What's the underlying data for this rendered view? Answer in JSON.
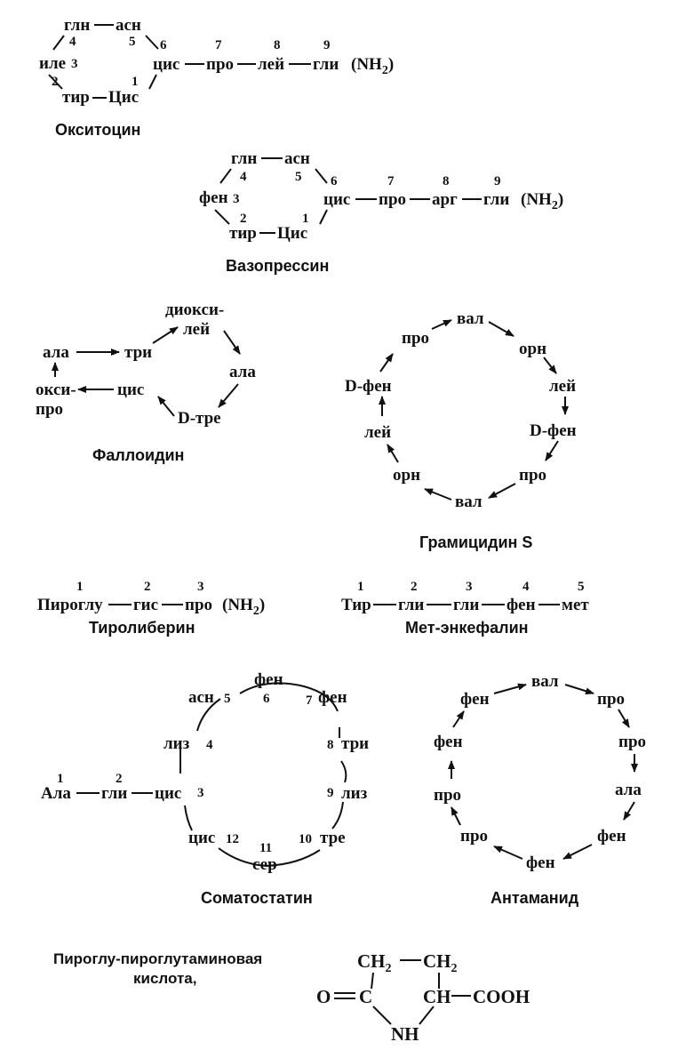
{
  "oxytocin": {
    "name": "Окситоцин",
    "residues": {
      "gln": "глн",
      "asn": "асн",
      "ile": "иле",
      "tyr": "тир",
      "cys1": "Цис",
      "cys6": "цис",
      "pro": "про",
      "leu": "лей",
      "gly": "гли"
    },
    "nh2": "(NH",
    "sub2": "2",
    "close": ")",
    "nums": [
      "1",
      "2",
      "3",
      "4",
      "5",
      "6",
      "7",
      "8",
      "9"
    ]
  },
  "vasopressin": {
    "name": "Вазопрессин",
    "residues": {
      "gln": "глн",
      "asn": "асн",
      "phe": "фен",
      "tyr": "тир",
      "cys1": "Цис",
      "cys6": "цис",
      "pro": "про",
      "arg": "арг",
      "gly": "гли"
    },
    "nh2": "(NH",
    "sub2": "2",
    "close": ")",
    "nums": [
      "1",
      "2",
      "3",
      "4",
      "5",
      "6",
      "7",
      "8",
      "9"
    ]
  },
  "phalloidin": {
    "name": "Фаллоидин",
    "residues": {
      "diox1": "диокси-",
      "diox2": "лей",
      "ala1": "ала",
      "trp": "три",
      "ala2": "ала",
      "oxy1": "окси-",
      "oxy2": "про",
      "cys": "цис",
      "dthr": "D-тре"
    }
  },
  "gramicidin": {
    "name": "Грамицидин S",
    "residues": {
      "val1": "вал",
      "orn1": "орн",
      "leu1": "лей",
      "dphe1": "D-фен",
      "pro1": "про",
      "val2": "вал",
      "orn2": "орн",
      "leu2": "лей",
      "dphe2": "D-фен",
      "pro2": "про"
    }
  },
  "thyroliberin": {
    "name": "Тиролиберин",
    "residues": {
      "pglu": "Пироглу",
      "his": "гис",
      "pro": "про"
    },
    "nh2": "(NH",
    "sub2": "2",
    "close": ")",
    "nums": [
      "1",
      "2",
      "3"
    ]
  },
  "metenk": {
    "name": "Мет-энкефалин",
    "residues": {
      "tyr": "Тир",
      "gly1": "гли",
      "gly2": "гли",
      "phe": "фен",
      "met": "мет"
    },
    "nums": [
      "1",
      "2",
      "3",
      "4",
      "5"
    ]
  },
  "somatostatin": {
    "name": "Соматостатин",
    "residues": {
      "ala": "Ала",
      "gly": "гли",
      "cys3": "цис",
      "lys4": "лиз",
      "asn5": "асн",
      "phe6": "фен",
      "phe7": "фен",
      "trp8": "три",
      "lys9": "лиз",
      "thr10": "тре",
      "ser11": "сер",
      "cys12": "цис"
    },
    "nums": [
      "1",
      "2",
      "3",
      "4",
      "5",
      "6",
      "7",
      "8",
      "9",
      "10",
      "11",
      "12"
    ]
  },
  "antamanide": {
    "name": "Антаманид",
    "residues": {
      "val": "вал",
      "pro1": "про",
      "pro2": "про",
      "ala": "ала",
      "phe1": "фен",
      "phe2": "фен",
      "pro3": "про",
      "pro4": "про",
      "phe3": "фен",
      "phe4": "фен"
    }
  },
  "pyroglu": {
    "note1": "Пироглу-пироглутаминовая",
    "note2": "кислота,",
    "ch2a": "CH",
    "ch2b": "CH",
    "sub2": "2",
    "o": "O",
    "c": "C",
    "ch": "CH",
    "cooh": "COOH",
    "nh": "NH"
  }
}
